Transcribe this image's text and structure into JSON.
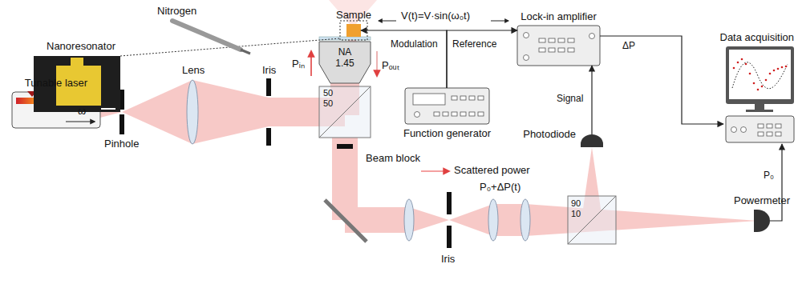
{
  "diagram": {
    "nodes": [
      {
        "text": [
          "Sample"
        ]
      },
      {
        "text": [
          "Lock-in amplifier"
        ]
      },
      {
        "text": [
          "Data acquisition"
        ]
      },
      {
        "text": [
          "Tunable laser"
        ]
      },
      {
        "text": [
          "Function generator"
        ]
      },
      {
        "text": [
          "Photodiode"
        ]
      },
      {
        "text": [
          "Powermeter"
        ]
      }
    ],
    "edges": [
      {
        "from": 4,
        "to": 0,
        "label": "Modulation",
        "arrow": "to"
      },
      {
        "from": 4,
        "to": 1,
        "label": "Reference",
        "arrow": "to"
      },
      {
        "from": 5,
        "to": 1,
        "label": "Signal",
        "arrow": "to"
      },
      {
        "from": 1,
        "to": 2,
        "label": "ΔP",
        "arrow": "to"
      },
      {
        "from": 6,
        "to": 2,
        "label": "P₀",
        "arrow": "to"
      }
    ],
    "labels": [
      "Nitrogen",
      "V(t)=V·sin(ω₀t)",
      "Nanoresonator",
      "Pᵢₙ",
      "Pₒᵤₜ",
      "NA 1.45",
      "ω",
      "Pinhole",
      "Lens",
      "Iris",
      "50",
      "50",
      "Beam block",
      "Scattered power",
      "P₀+ΔP(t)",
      "Iris",
      "90",
      "10"
    ]
  }
}
